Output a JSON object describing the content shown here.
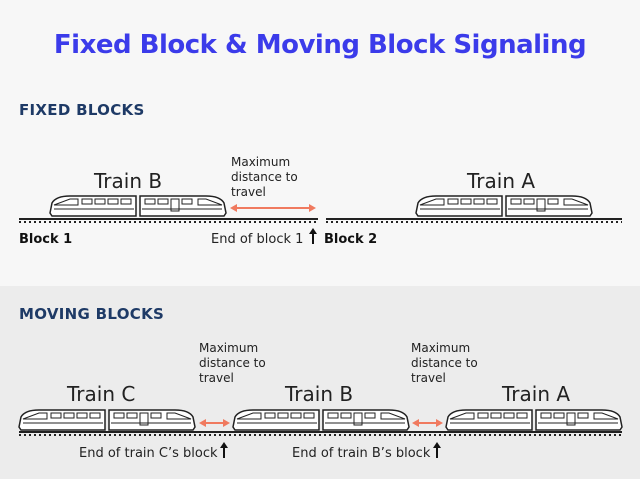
{
  "title": "Fixed Block & Moving Block Signaling",
  "fixed": {
    "heading": "FIXED BLOCKS",
    "train_b": "Train B",
    "train_a": "Train A",
    "max_distance": [
      "Maximum",
      "distance to",
      "travel"
    ],
    "block1": "Block 1",
    "block2": "Block 2",
    "end_block1": "End of block 1"
  },
  "moving": {
    "heading": "MOVING BLOCKS",
    "train_c": "Train C",
    "train_b": "Train B",
    "train_a": "Train A",
    "max_distance": [
      "Maximum",
      "distance to",
      "travel"
    ],
    "end_train_c": "End of train C’s block",
    "end_train_b": "End of train B’s block"
  },
  "colors": {
    "title": "#3b3bea",
    "heading": "#1e3a66",
    "arrow": "#f07a5f",
    "track": "#222222"
  }
}
